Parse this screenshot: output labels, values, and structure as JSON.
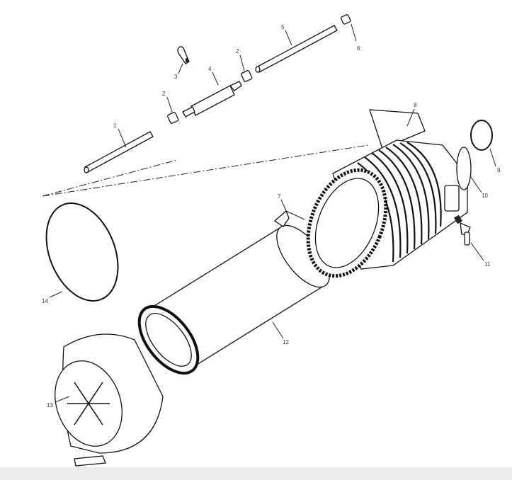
{
  "diagram": {
    "labels": {
      "p1": "1",
      "p2a": "2",
      "p2b": "2",
      "p3": "3",
      "p4": "4",
      "p5": "5",
      "p6": "6",
      "p7": "7",
      "p8": "8",
      "p9": "9",
      "p10": "10",
      "p11": "11",
      "p12": "12",
      "p13": "13",
      "p14": "14"
    },
    "colors": {
      "line": "#111111",
      "background": "#ffffff",
      "footer": "#ececec"
    }
  }
}
